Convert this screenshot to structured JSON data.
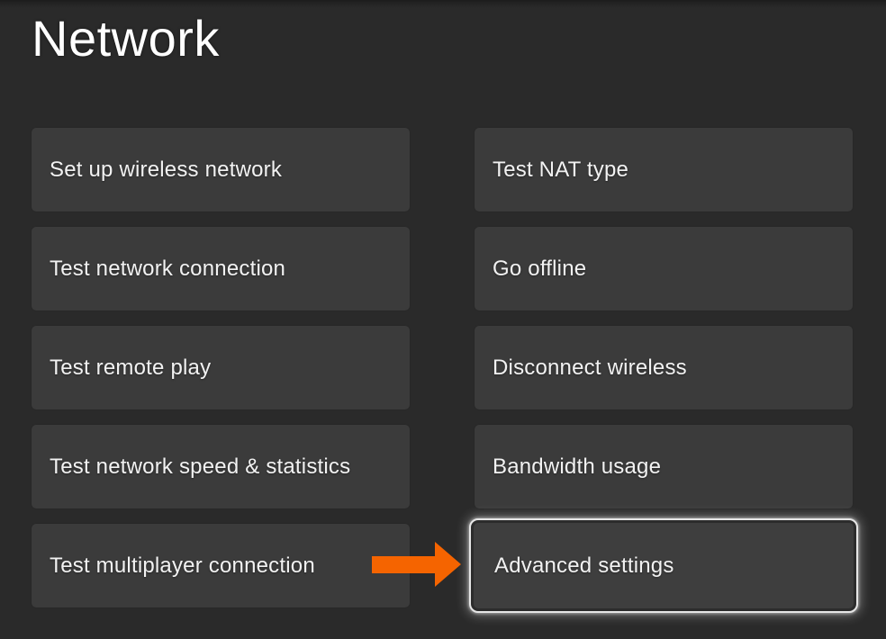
{
  "page": {
    "title": "Network"
  },
  "colors": {
    "background": "#2a2a2a",
    "button_background": "#3b3b3b",
    "button_text": "#f2f2f2",
    "focus_border": "#e6e6e6",
    "arrow": "#f56400"
  },
  "menu": {
    "left_column": [
      {
        "label": "Set up wireless network"
      },
      {
        "label": "Test network connection"
      },
      {
        "label": "Test remote play"
      },
      {
        "label": "Test network speed & statistics"
      },
      {
        "label": "Test multiplayer connection"
      }
    ],
    "right_column": [
      {
        "label": "Test NAT type"
      },
      {
        "label": "Go offline"
      },
      {
        "label": "Disconnect wireless"
      },
      {
        "label": "Bandwidth usage"
      },
      {
        "label": "Advanced settings"
      }
    ],
    "focused_item": "Advanced settings"
  },
  "annotation": {
    "arrow_points_to": "Advanced settings"
  }
}
